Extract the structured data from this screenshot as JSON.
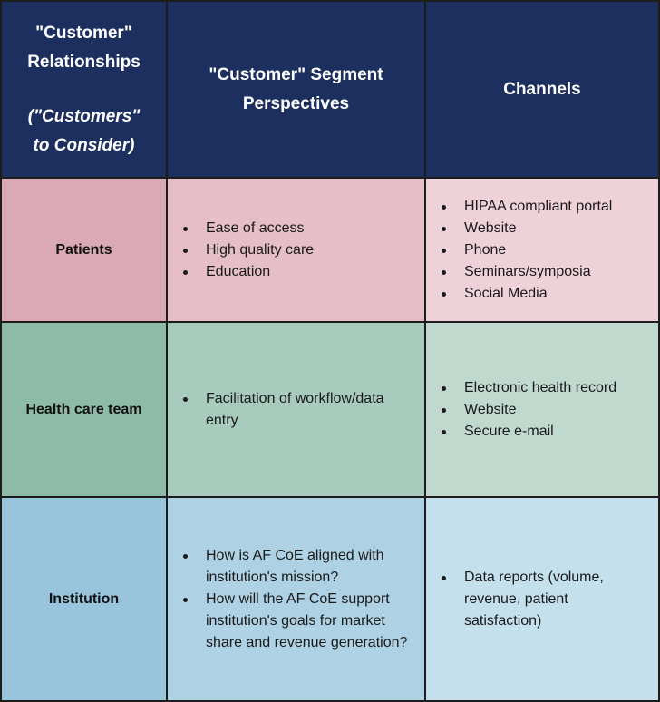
{
  "headers": {
    "col1_line1": "\"Customer\"",
    "col1_line2": "Relationships",
    "col1_italic1": "(\"Customers\"",
    "col1_italic2": "to Consider)",
    "col2_line1": "\"Customer\" Segment",
    "col2_line2": "Perspectives",
    "col3": "Channels"
  },
  "rows": [
    {
      "label": "Patients",
      "perspectives": [
        "Ease of access",
        "High quality care",
        "Education"
      ],
      "channels": [
        "HIPAA compliant portal",
        "Website",
        "Phone",
        "Seminars/symposia",
        "Social Media"
      ]
    },
    {
      "label": "Health care team",
      "perspectives": [
        "Facilitation of workflow/data entry"
      ],
      "channels": [
        "Electronic health record",
        "Website",
        "Secure e-mail"
      ]
    },
    {
      "label": "Institution",
      "perspectives": [
        "How is AF CoE aligned with institution's mission?",
        "How will the AF CoE support institution's goals for market share and revenue generation?"
      ],
      "channels": [
        "Data reports (volume, revenue, patient satisfaction)"
      ]
    }
  ],
  "colors": {
    "header_bg": "#1c2f5e",
    "patients": [
      "#dba9b6",
      "#e5bec8",
      "#efd2d9"
    ],
    "health_care_team": [
      "#8dbba8",
      "#a8cbbd",
      "#bfd9cf"
    ],
    "institution": [
      "#98c5dc",
      "#aed1e4",
      "#c5e0ed"
    ]
  }
}
